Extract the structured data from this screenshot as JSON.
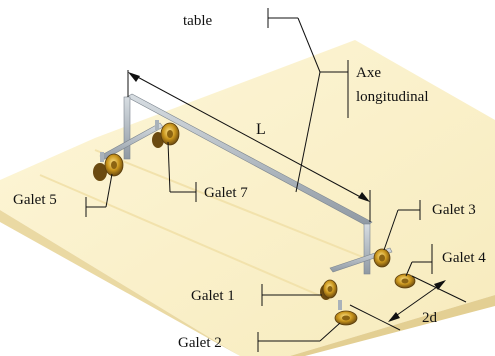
{
  "labels": {
    "table": "table",
    "axe_line1": "Axe",
    "axe_line2": "longitudinal",
    "length": "L",
    "galet_1": "Galet 1",
    "galet_2": "Galet 2",
    "galet_3": "Galet 3",
    "galet_4": "Galet 4",
    "galet_5": "Galet 5",
    "galet_7": "Galet 7",
    "spacing": "2d"
  },
  "colors": {
    "table_top": "#fbf1c9",
    "table_edge": "#e9d9a6",
    "rail": "#a9b2ba",
    "wheel": "#b8860b",
    "wheel_dark": "#6b4a10",
    "line": "#111111"
  }
}
